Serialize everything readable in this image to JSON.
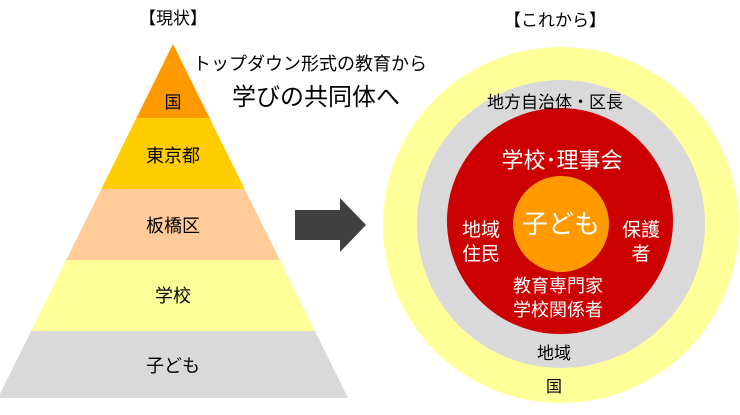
{
  "left": {
    "heading": "【現状】",
    "layers": [
      "国",
      "東京都",
      "板橋区",
      "学校",
      "子ども"
    ]
  },
  "caption": {
    "line1": "トップダウン形式の教育から",
    "line2": "学びの共同体へ"
  },
  "right": {
    "heading": "【これから】",
    "outer_top": "地方自治体・区長",
    "outer_bottom": "地域",
    "outermost": "国",
    "inner_top": "学校･理事会",
    "inner_left_1": "地域",
    "inner_left_2": "住民",
    "inner_right_1": "保護",
    "inner_right_2": "者",
    "inner_bottom_1": "教育専門家",
    "inner_bottom_2": "学校関係者",
    "center": "子ども"
  },
  "colors": {
    "orange": "#FF9900",
    "gold": "#FFCC00",
    "peach": "#FFCC99",
    "light_yellow": "#FFFF99",
    "gray": "#D9D9D9",
    "red": "#CC0000",
    "arrow": "#404040"
  }
}
